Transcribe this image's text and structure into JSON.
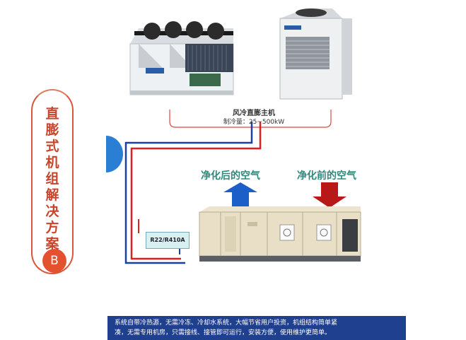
{
  "side": {
    "title": "直膨式机组解决方案",
    "badge": "B"
  },
  "unit": {
    "title": "风冷直膨主机",
    "capacity": "制冷量：25~500kW"
  },
  "air": {
    "after": "净化后的空气",
    "before": "净化前的空气"
  },
  "refrigerant": "R22/R410A",
  "footer": {
    "line1": "系统自带冷热源，无需冷冻、冷却水系统，大幅节省用户投资，机组结构简单紧",
    "line2": "凑，无需专用机房，只需接线、接管即可运行，安装方便，使用维护更简单。"
  },
  "colors": {
    "accent": "#d9553b",
    "badge": "#e4512f",
    "pipe_red": "#e02020",
    "pipe_blue": "#1a3fa8",
    "arrow_blue": "#1c5fc8",
    "arrow_red": "#b81818",
    "air_text": "#2f8a7c",
    "footer_bg": "#1f3f8f"
  }
}
